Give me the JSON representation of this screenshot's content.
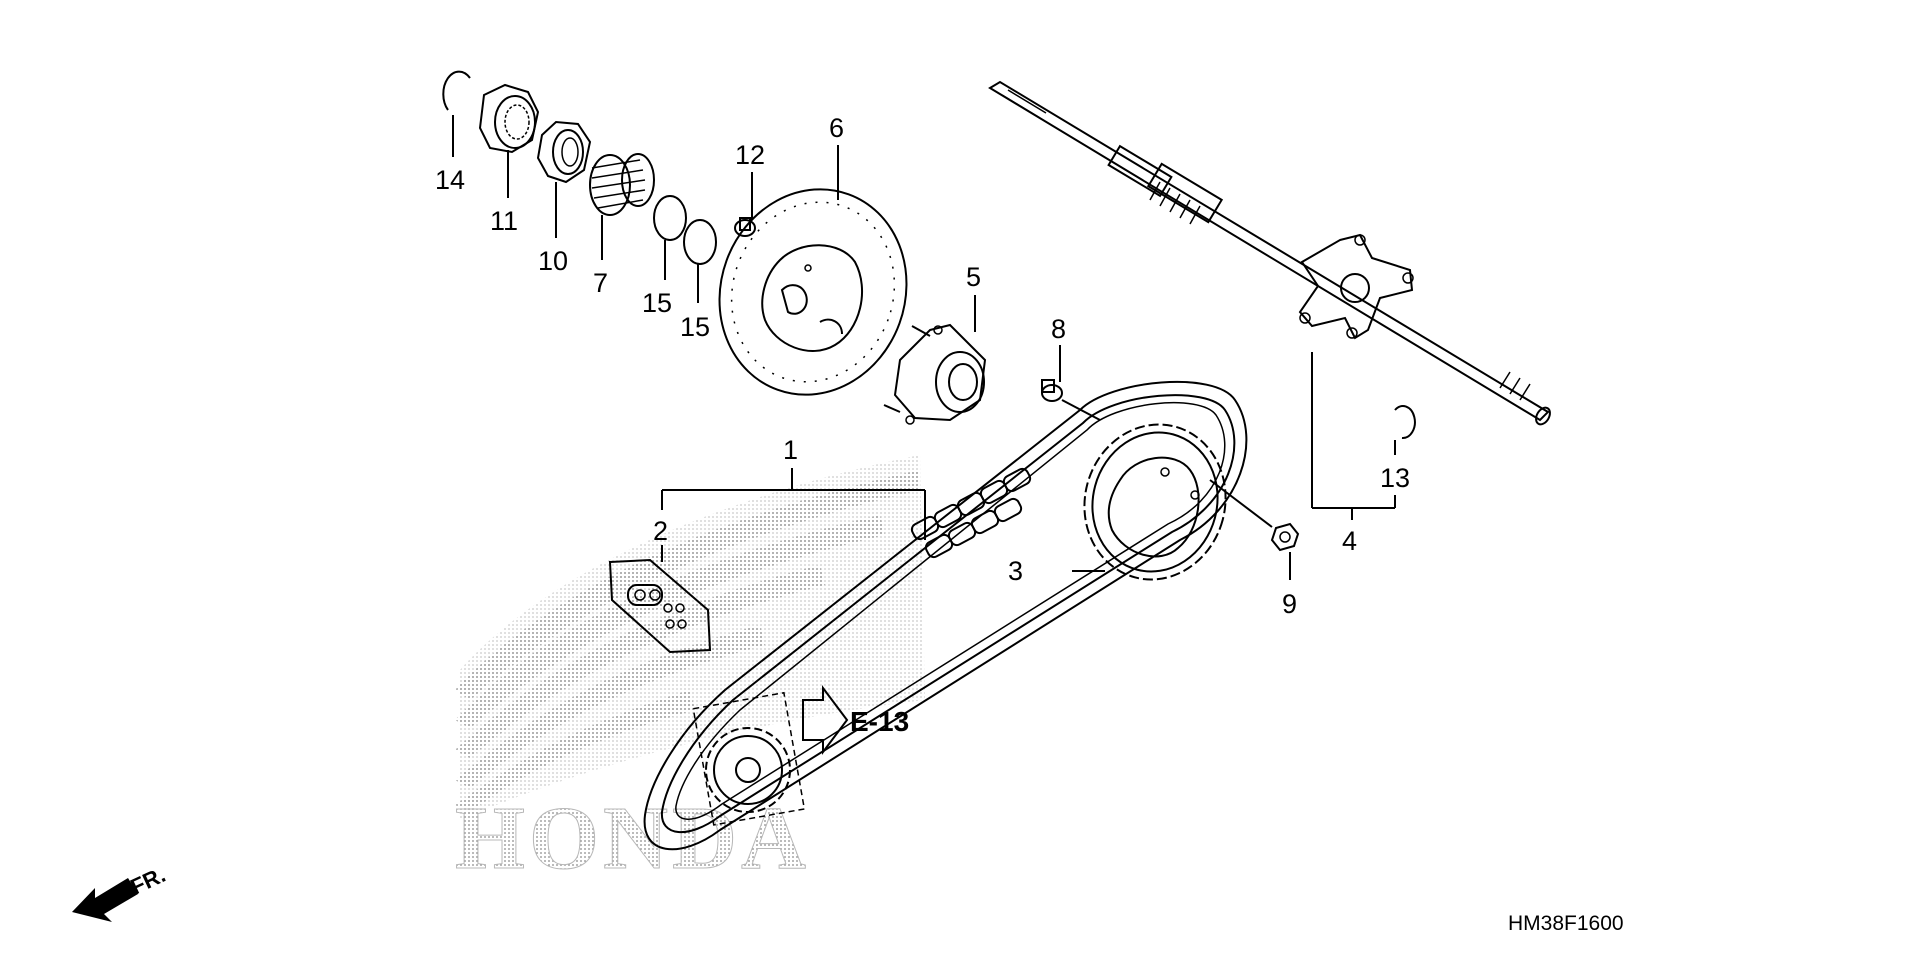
{
  "diagram": {
    "callouts": [
      "1",
      "2",
      "3",
      "4",
      "5",
      "6",
      "7",
      "8",
      "9",
      "10",
      "11",
      "12",
      "13",
      "14",
      "15",
      "15"
    ],
    "reference_label": "E-13",
    "drawing_code": "HM38F1600",
    "direction_label": "FR.",
    "watermark": "HONDA"
  }
}
